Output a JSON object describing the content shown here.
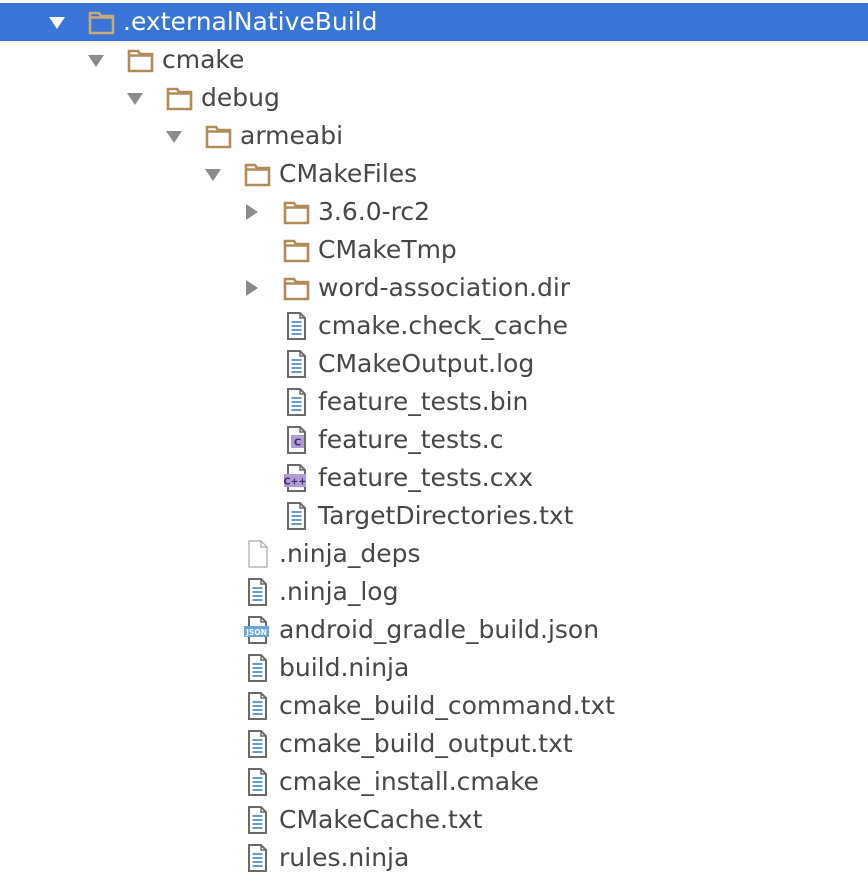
{
  "tree": {
    "items": [
      {
        "label": ".externalNativeBuild",
        "type": "folder",
        "expander": "open",
        "selected": true,
        "depth": 0
      },
      {
        "label": "cmake",
        "type": "folder",
        "expander": "open",
        "depth": 1
      },
      {
        "label": "debug",
        "type": "folder",
        "expander": "open",
        "depth": 2
      },
      {
        "label": "armeabi",
        "type": "folder",
        "expander": "open",
        "depth": 3
      },
      {
        "label": "CMakeFiles",
        "type": "folder",
        "expander": "open",
        "depth": 4
      },
      {
        "label": "3.6.0-rc2",
        "type": "folder",
        "expander": "closed",
        "depth": 5
      },
      {
        "label": "CMakeTmp",
        "type": "folder",
        "expander": "none",
        "depth": 5
      },
      {
        "label": "word-association.dir",
        "type": "folder",
        "expander": "closed",
        "depth": 5
      },
      {
        "label": "cmake.check_cache",
        "type": "text-file",
        "expander": "none",
        "depth": 5
      },
      {
        "label": "CMakeOutput.log",
        "type": "text-file",
        "expander": "none",
        "depth": 5
      },
      {
        "label": "feature_tests.bin",
        "type": "text-file",
        "expander": "none",
        "depth": 5
      },
      {
        "label": "feature_tests.c",
        "type": "c-file",
        "icon_text": "C",
        "expander": "none",
        "depth": 5
      },
      {
        "label": "feature_tests.cxx",
        "type": "cpp-file",
        "icon_text": "C++",
        "expander": "none",
        "depth": 5
      },
      {
        "label": "TargetDirectories.txt",
        "type": "text-file",
        "expander": "none",
        "depth": 5
      },
      {
        "label": ".ninja_deps",
        "type": "blank-file",
        "expander": "none",
        "depth": 4
      },
      {
        "label": ".ninja_log",
        "type": "text-file",
        "expander": "none",
        "depth": 4
      },
      {
        "label": "android_gradle_build.json",
        "type": "json-file",
        "icon_text": "JSON",
        "expander": "none",
        "depth": 4
      },
      {
        "label": "build.ninja",
        "type": "text-file",
        "expander": "none",
        "depth": 4
      },
      {
        "label": "cmake_build_command.txt",
        "type": "text-file",
        "expander": "none",
        "depth": 4
      },
      {
        "label": "cmake_build_output.txt",
        "type": "text-file",
        "expander": "none",
        "depth": 4
      },
      {
        "label": "cmake_install.cmake",
        "type": "text-file",
        "expander": "none",
        "depth": 4
      },
      {
        "label": "CMakeCache.txt",
        "type": "text-file",
        "expander": "none",
        "depth": 4
      },
      {
        "label": "rules.ninja",
        "type": "text-file",
        "expander": "none",
        "depth": 4
      }
    ]
  },
  "icons": {
    "folder": "folder-icon",
    "text-file": "text-file-icon",
    "c-file": "c-file-icon",
    "cpp-file": "cpp-file-icon",
    "json-file": "json-file-icon",
    "blank-file": "file-icon",
    "open": "expand-arrow-down-icon",
    "closed": "expand-arrow-right-icon"
  },
  "colors": {
    "selection": "#3875d7",
    "selected_text": "#ffffff",
    "text": "#474747",
    "folder": "#b18c5a",
    "folder_selected": "#c9a87a",
    "arrow": "#8c8c8c",
    "file_outline": "#6a6a6a",
    "file_lines": "#5a8fc0",
    "c_badge": "#b09ad8",
    "json_badge": "#6aa7d8"
  }
}
